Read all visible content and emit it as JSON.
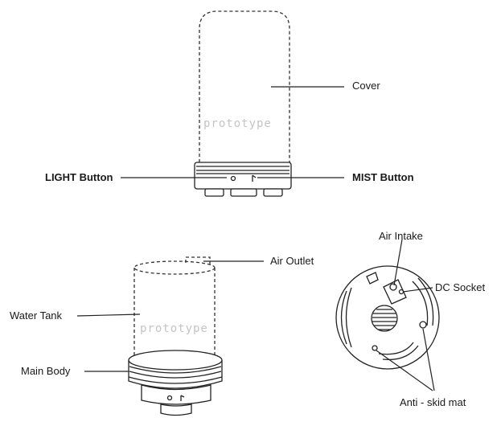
{
  "labels": {
    "cover": "Cover",
    "light_button": "LIGHT Button",
    "mist_button": "MIST Button",
    "air_outlet": "Air Outlet",
    "water_tank": "Water Tank",
    "main_body": "Main Body",
    "air_intake": "Air Intake",
    "dc_socket": "DC Socket",
    "anti_skid_mat": "Anti - skid mat"
  },
  "watermarks": {
    "cover": "prototype",
    "tank": "prototype"
  }
}
